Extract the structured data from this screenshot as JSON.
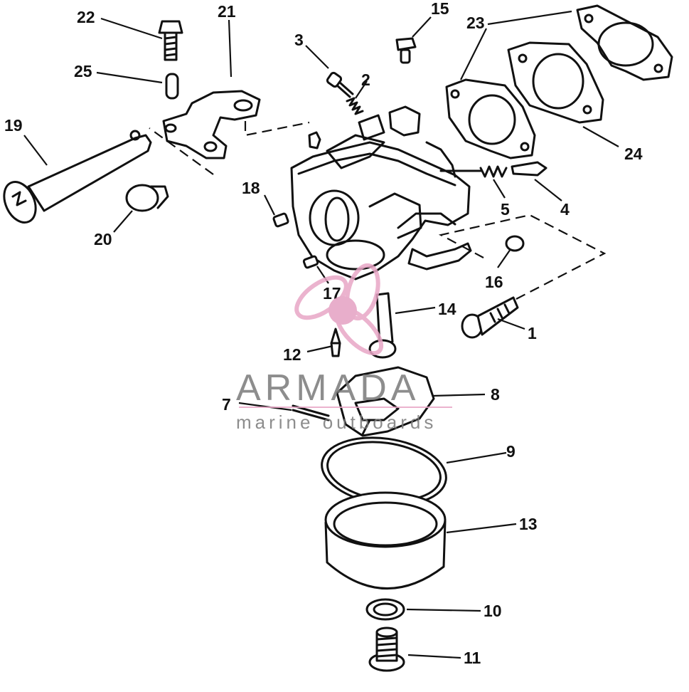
{
  "callouts": {
    "c1": "1",
    "c2": "2",
    "c3": "3",
    "c4": "4",
    "c5": "5",
    "c7": "7",
    "c8": "8",
    "c9": "9",
    "c10": "10",
    "c11": "11",
    "c12": "12",
    "c13": "13",
    "c14": "14",
    "c15": "15",
    "c16": "16",
    "c17": "17",
    "c18": "18",
    "c19": "19",
    "c20": "20",
    "c21": "21",
    "c22": "22",
    "c23": "23",
    "c24": "24",
    "c25": "25"
  },
  "watermark": {
    "brand": "ARMADA",
    "tagline": "marine outboards",
    "logo_color": "#e8a6c6",
    "logo_center_color": "#e5a0c2"
  }
}
